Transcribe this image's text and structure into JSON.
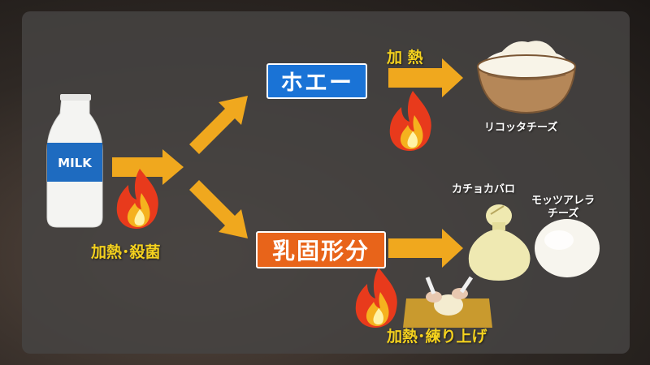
{
  "source": {
    "label": "MILK"
  },
  "steps": {
    "pasteurize": "加熱･殺菌",
    "whey": "ホエー",
    "whey_heat": "加 熱",
    "curd": "乳固形分",
    "curd_process": "加熱･練り上げ"
  },
  "products": {
    "ricotta": "リコッタチーズ",
    "caciocavallo": "カチョカバロ",
    "mozzarella_line1": "モッツアレラ",
    "mozzarella_line2": "チーズ"
  },
  "colors": {
    "arrow": "#f0a81e",
    "whey_box": "#1a73d6",
    "curd_box": "#e8641a",
    "caption_yellow": "#f5d21e"
  }
}
